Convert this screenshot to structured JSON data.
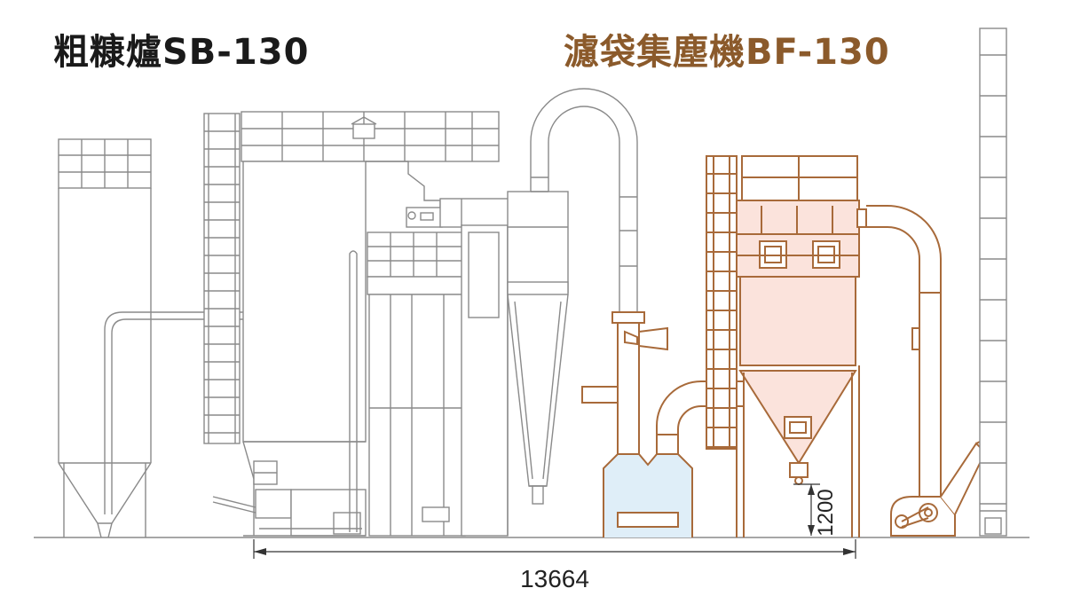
{
  "titles": {
    "left_name": "粗糠爐",
    "left_model": "SB-130",
    "right_name": "濾袋集塵機",
    "right_model": "BF-130"
  },
  "dimensions": {
    "overall_width": "13664",
    "height_label": "1200"
  },
  "colors": {
    "title_left": "#1a1a1a",
    "title_right": "#8b5a2b",
    "line_gray": "#8a8a8a",
    "line_brown": "#a86a3a",
    "fill_pink": "#fbe3dc",
    "fill_blue": "#dfeef8"
  }
}
